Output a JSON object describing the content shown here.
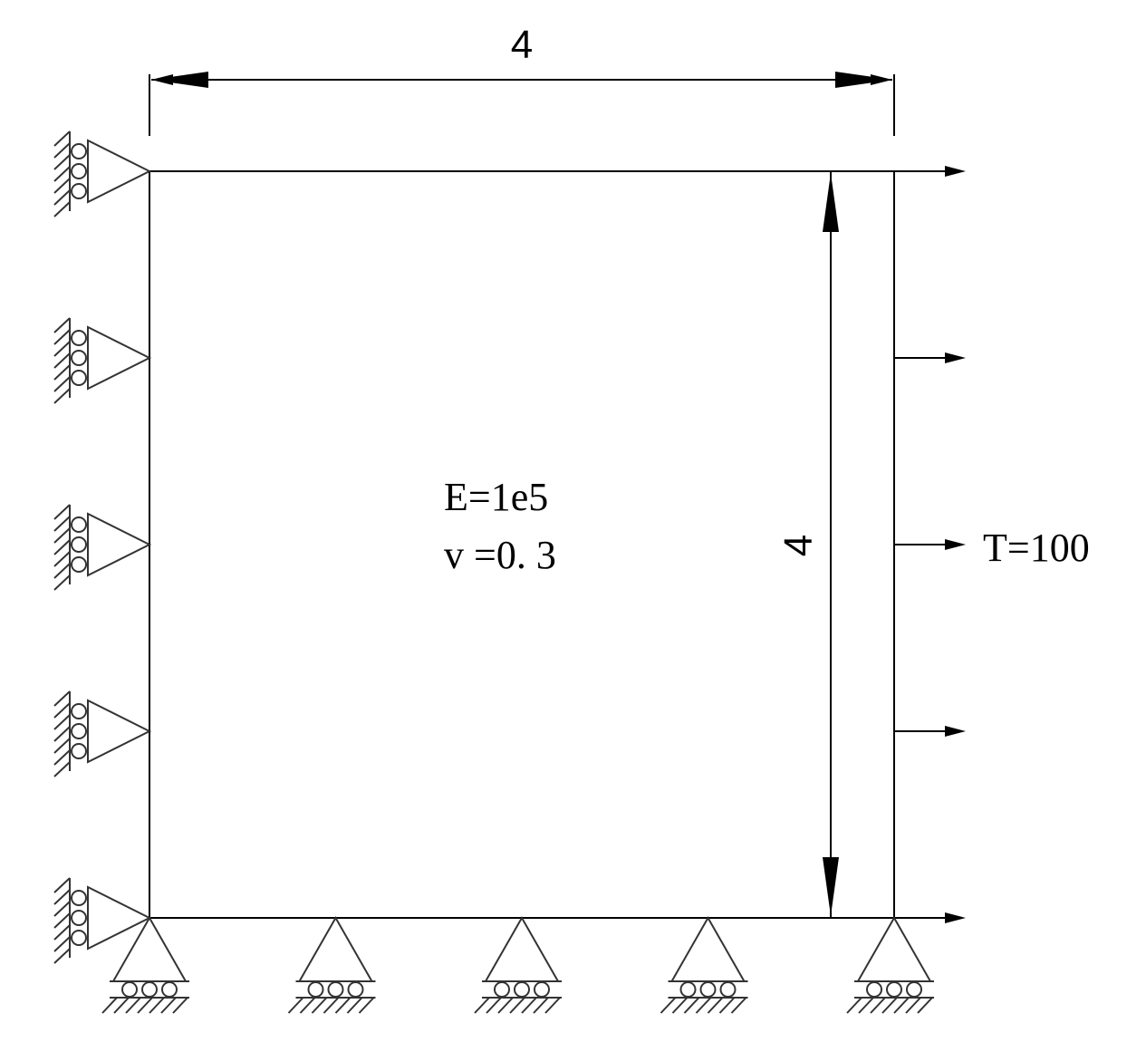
{
  "dimensions": {
    "width_label": "4",
    "height_label": "4"
  },
  "material": {
    "E_label": "E=1e5",
    "nu_label": "v =0. 3"
  },
  "load": {
    "label": "T=100"
  },
  "supports": {
    "left_roller_count": 5,
    "bottom_roller_count": 5
  },
  "load_arrow_count": 5,
  "colors": {
    "line": "#000000",
    "support": "#333333"
  }
}
